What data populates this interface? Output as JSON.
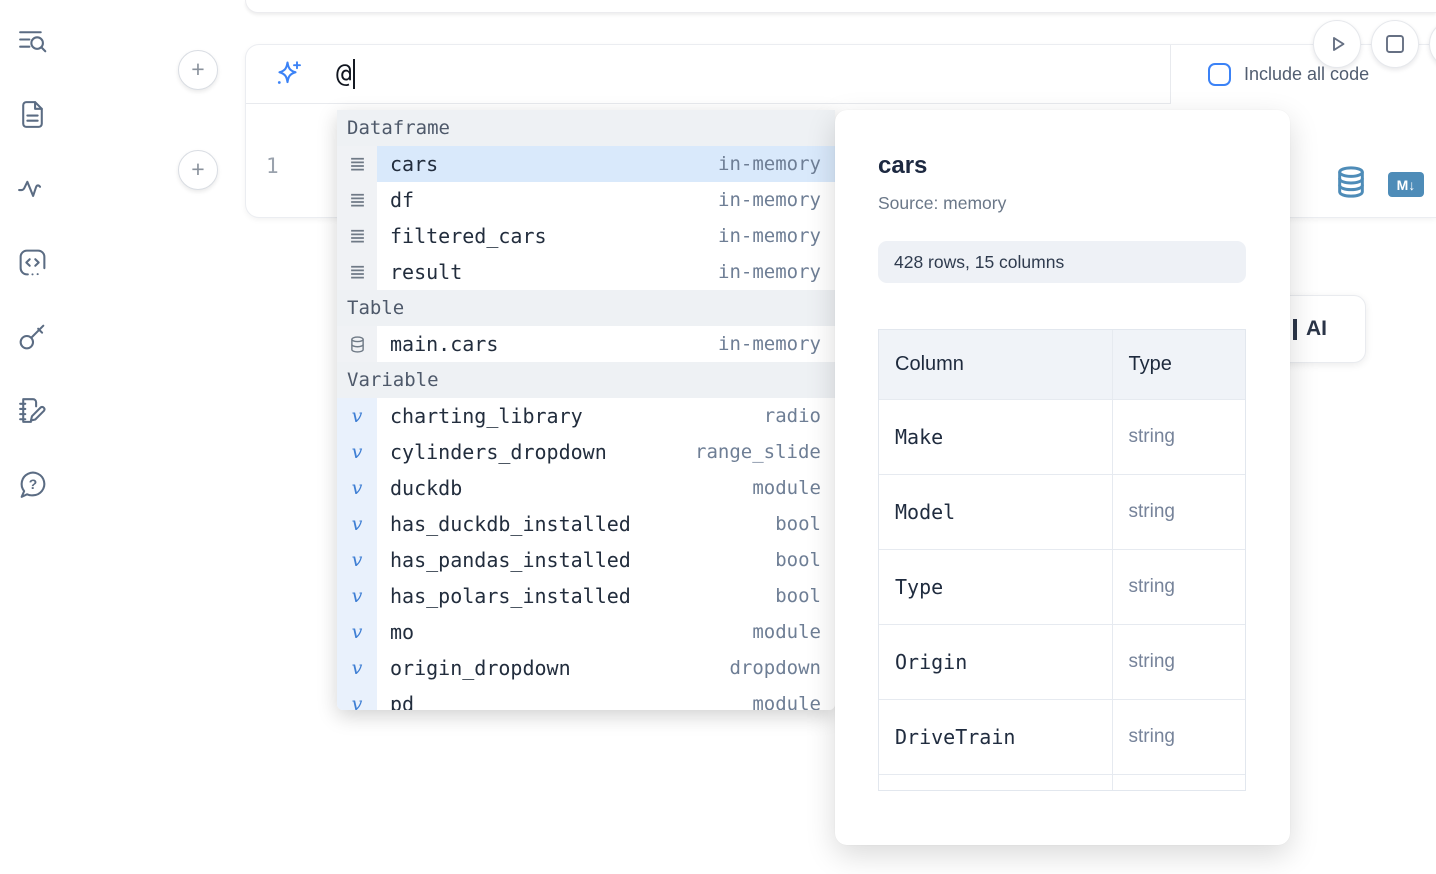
{
  "sidebar": {
    "icons": [
      "toc-search",
      "document",
      "activity",
      "code-cell",
      "key",
      "scratchpad",
      "help-chat"
    ]
  },
  "run_controls": {
    "buttons": [
      "run",
      "stop"
    ]
  },
  "add_cell_buttons": {
    "top": "+",
    "bottom": "+"
  },
  "cell": {
    "ai_prompt": {
      "value": "@"
    },
    "include_all_code": {
      "label": "Include all code",
      "checked": false
    },
    "editor": {
      "line_number": "1"
    },
    "actions": {
      "markdown_badge": "M↓"
    }
  },
  "autocomplete": {
    "sections": [
      {
        "label": "Dataframe",
        "items": [
          {
            "name": "cars",
            "detail": "in-memory",
            "kind": "dataframe",
            "selected": true
          },
          {
            "name": "df",
            "detail": "in-memory",
            "kind": "dataframe"
          },
          {
            "name": "filtered_cars",
            "detail": "in-memory",
            "kind": "dataframe"
          },
          {
            "name": "result",
            "detail": "in-memory",
            "kind": "dataframe"
          }
        ]
      },
      {
        "label": "Table",
        "items": [
          {
            "name": "main.cars",
            "detail": "in-memory",
            "kind": "table"
          }
        ]
      },
      {
        "label": "Variable",
        "items": [
          {
            "name": "charting_library",
            "detail": "radio",
            "kind": "variable"
          },
          {
            "name": "cylinders_dropdown",
            "detail": "range_slider",
            "kind": "variable"
          },
          {
            "name": "duckdb",
            "detail": "module",
            "kind": "variable"
          },
          {
            "name": "has_duckdb_installed",
            "detail": "bool",
            "kind": "variable"
          },
          {
            "name": "has_pandas_installed",
            "detail": "bool",
            "kind": "variable"
          },
          {
            "name": "has_polars_installed",
            "detail": "bool",
            "kind": "variable"
          },
          {
            "name": "mo",
            "detail": "module",
            "kind": "variable"
          },
          {
            "name": "origin_dropdown",
            "detail": "dropdown",
            "kind": "variable"
          },
          {
            "name": "pd",
            "detail": "module",
            "kind": "variable",
            "clipped": true
          }
        ]
      }
    ]
  },
  "preview": {
    "title": "cars",
    "source": "Source: memory",
    "shape_badge": "428 rows, 15 columns",
    "table": {
      "headers": [
        "Column",
        "Type"
      ],
      "rows": [
        {
          "column": "Make",
          "type": "string"
        },
        {
          "column": "Model",
          "type": "string"
        },
        {
          "column": "Type",
          "type": "string"
        },
        {
          "column": "Origin",
          "type": "string"
        },
        {
          "column": "DriveTrain",
          "type": "string"
        }
      ],
      "clipped_next_row": true
    }
  },
  "ai_card": {
    "visible_label": "AI"
  }
}
